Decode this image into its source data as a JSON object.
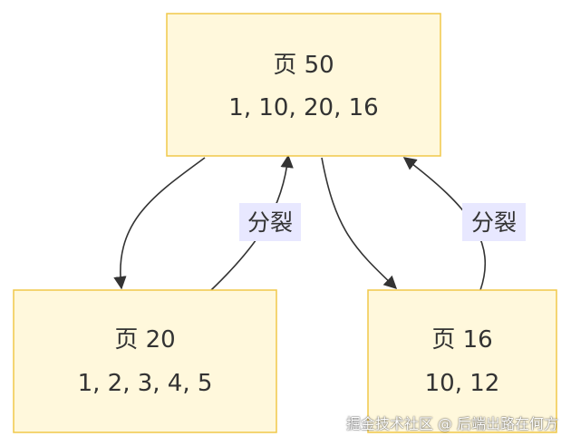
{
  "nodes": {
    "root": {
      "title": "页 50",
      "keys": "1, 10, 20, 16"
    },
    "left": {
      "title": "页 20",
      "keys": "1, 2, 3, 4, 5"
    },
    "right": {
      "title": "页 16",
      "keys": "10, 12"
    }
  },
  "edges": {
    "left_split_label": "分裂",
    "right_split_label": "分裂"
  },
  "watermark": "掘金技术社区 @ 后端出路在何方",
  "colors": {
    "node_fill": "#fff8dc",
    "node_stroke": "#f0c84a",
    "edge_stroke": "#333333",
    "label_bg": "#e8e8ff"
  }
}
